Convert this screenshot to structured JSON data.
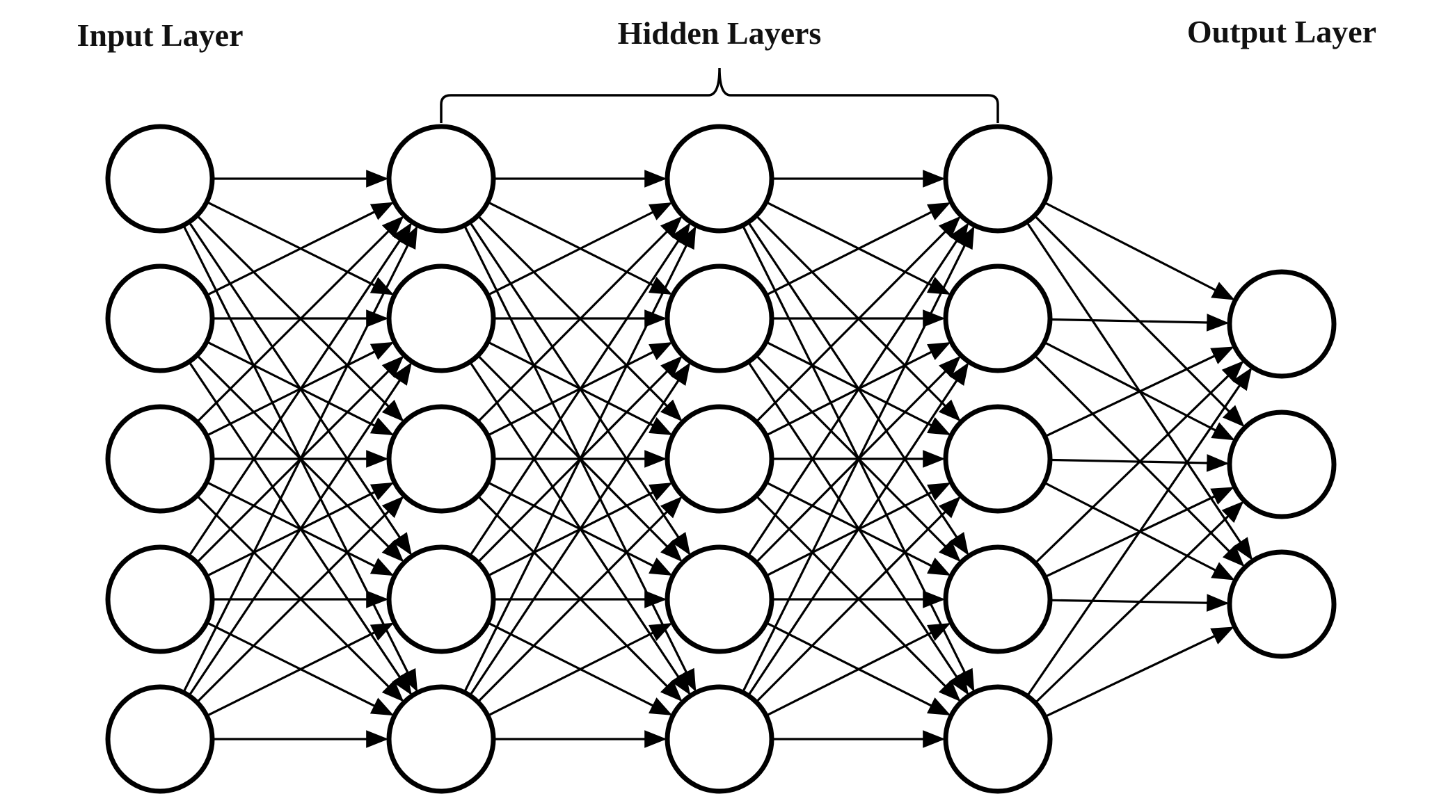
{
  "labels": {
    "input": "Input Layer",
    "hidden": "Hidden Layers",
    "output": "Output Layer"
  },
  "network": {
    "layer_sizes": [
      5,
      5,
      5,
      5,
      3
    ],
    "fully_connected": true,
    "directed_edges": true
  },
  "colors": {
    "stroke": "#000000",
    "fill": "#ffffff",
    "text": "#111111"
  }
}
